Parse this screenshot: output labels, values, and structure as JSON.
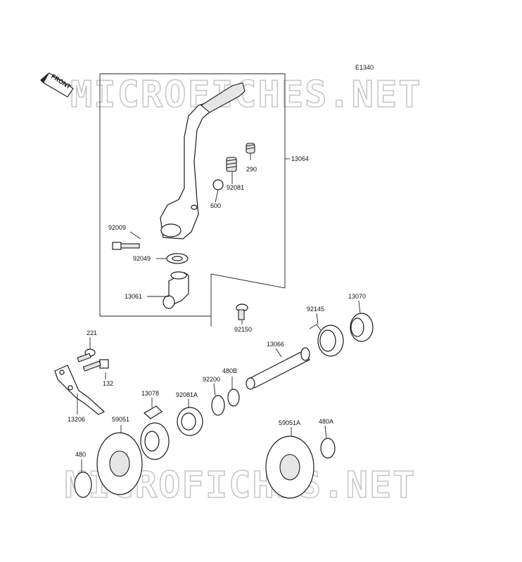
{
  "diagram": {
    "code": "E1340",
    "front_label": "FRONT",
    "watermark_top": "MICROFICHES.NET",
    "watermark_bottom": "MICROFICHES.NET",
    "part_numbers": {
      "p13064": "13064",
      "p290": "290",
      "p92081": "92081",
      "p600": "600",
      "p92009": "92009",
      "p92049": "92049",
      "p13061": "13061",
      "p92150": "92150",
      "p13070": "13070",
      "p92145": "92145",
      "p13066": "13066",
      "p480B": "480B",
      "p92200": "92200",
      "p92081A": "92081A",
      "p13078": "13078",
      "p221": "221",
      "p132": "132",
      "p13206": "13206",
      "p59051": "59051",
      "p480": "480",
      "p59051A": "59051A",
      "p480A": "480A"
    }
  }
}
